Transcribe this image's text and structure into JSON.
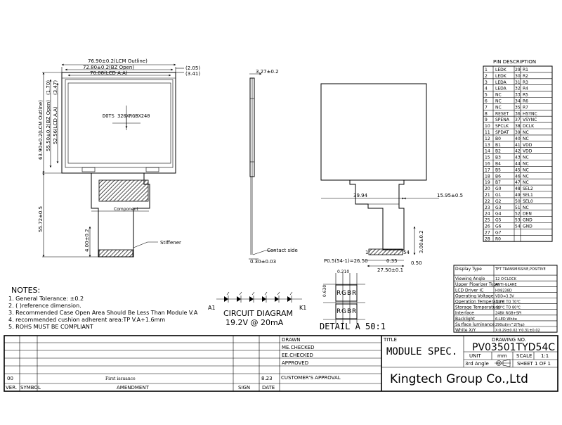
{
  "front_view": {
    "dim_lcm_outline_w": "76.90±0.2(LCM Outline)",
    "dim_bz_open_w": "72.80±0.2(BZ Open)",
    "dim_lcd_aa_w": "70.08(LCD A.A)",
    "dim_right_1": "(2.05)",
    "dim_right_2": "(3.41)",
    "dim_left_1": "(1.70)",
    "dim_left_2": "(3.47)",
    "dim_lcm_outline_h": "63.90±0.2(LCM Outline)",
    "dim_bz_open_h": "55.50±0.2(BZ Open)",
    "dim_lcd_aa_h": "52.56(LCD A.A)",
    "dots_label": "DOTS 320XRGBX240",
    "dim_total_h": "55.72±0.5",
    "dim_tail": "4.00±0.2",
    "component_label": "Component",
    "stiffener_label": "Stiffener"
  },
  "side_view": {
    "dim_thickness": "3.27±0.2",
    "contact_label": "Contact side",
    "dim_bottom": "0.30±0.03"
  },
  "back_view": {
    "dim_a": "39.94",
    "dim_b": "15.95±0.5",
    "dim_c": "3.00±0.2",
    "pitch_label": "P0.5(54-1)=26.50",
    "dim_d": "0.35",
    "dim_e": "0.50",
    "dim_f": "27.50±0.1",
    "pin_1": "1",
    "pin_54": "54"
  },
  "notes": {
    "title": "NOTES:",
    "lines": [
      "1. General Tolerance: ±0.2",
      "2. (    )reference dimension.",
      "3. Recommended Case Open Area Should Be Less Than Module V.A",
      "4. recommended cushion adherent area:TP V.A+1.6mm",
      "5. ROHS   MUST BE COMPLIANT"
    ]
  },
  "circuit": {
    "a1": "A1",
    "k1": "K1",
    "title": "CIRCUIT DIAGRAM",
    "subtitle": "19.2V @ 20mA"
  },
  "detail": {
    "title": "DETAIL A   50:1",
    "dim_w": "0.210",
    "dim_h": "0.630",
    "cells": [
      "R",
      "G",
      "B",
      "R"
    ]
  },
  "pin_description": {
    "title": "PIN DESCRIPTION",
    "left": [
      [
        "1",
        "LEDK"
      ],
      [
        "2",
        "LEDK"
      ],
      [
        "3",
        "LEDA"
      ],
      [
        "4",
        "LEDA"
      ],
      [
        "5",
        "NC"
      ],
      [
        "6",
        "NC"
      ],
      [
        "7",
        "NC"
      ],
      [
        "8",
        "RESET"
      ],
      [
        "9",
        "SPENA"
      ],
      [
        "10",
        "SPCLK"
      ],
      [
        "11",
        "SPDAT"
      ],
      [
        "12",
        "B0"
      ],
      [
        "13",
        "B1"
      ],
      [
        "14",
        "B2"
      ],
      [
        "15",
        "B3"
      ],
      [
        "16",
        "B4"
      ],
      [
        "17",
        "B5"
      ],
      [
        "18",
        "B6"
      ],
      [
        "19",
        "B7"
      ],
      [
        "20",
        "G0"
      ],
      [
        "21",
        "G1"
      ],
      [
        "22",
        "G2"
      ],
      [
        "23",
        "G3"
      ],
      [
        "24",
        "G4"
      ],
      [
        "25",
        "G5"
      ],
      [
        "26",
        "G6"
      ],
      [
        "27",
        "G7"
      ],
      [
        "28",
        "R0"
      ]
    ],
    "right": [
      [
        "29",
        "R1"
      ],
      [
        "30",
        "R2"
      ],
      [
        "31",
        "R3"
      ],
      [
        "32",
        "R4"
      ],
      [
        "33",
        "R5"
      ],
      [
        "34",
        "R6"
      ],
      [
        "35",
        "R7"
      ],
      [
        "36",
        "HSYNC"
      ],
      [
        "37",
        "VSYNC"
      ],
      [
        "38",
        "DCLK"
      ],
      [
        "39",
        "NC"
      ],
      [
        "40",
        "NC"
      ],
      [
        "41",
        "VDD"
      ],
      [
        "42",
        "VDD"
      ],
      [
        "43",
        "NC"
      ],
      [
        "44",
        "NC"
      ],
      [
        "45",
        "NC"
      ],
      [
        "46",
        "NC"
      ],
      [
        "47",
        "NC"
      ],
      [
        "48",
        "SEL2"
      ],
      [
        "49",
        "SEL1"
      ],
      [
        "50",
        "SEL0"
      ],
      [
        "51",
        "NC"
      ],
      [
        "52",
        "DEN"
      ],
      [
        "53",
        "GND"
      ],
      [
        "54",
        "GND"
      ]
    ]
  },
  "specs": [
    [
      "Display Type",
      "TFT TRANSMISSIVE,POSITIVE"
    ],
    [
      "Viewing Angle",
      "12 O'CLOCK"
    ],
    [
      "Upper Pioarizer Type",
      "ANTI-GLARE"
    ],
    [
      "LCD Driver IC",
      "HX8238D"
    ],
    [
      "Operating Voltage",
      "VDD=3.3V"
    ],
    [
      "Operation Temperature",
      "-20℃ TO 70℃"
    ],
    [
      "Storage Temperature",
      "-30℃ TO 80℃"
    ],
    [
      "Interface",
      "24Bit RGB+SPI"
    ],
    [
      "Backlight",
      "6-LED White"
    ],
    [
      "Surface luminance",
      "290cd/m^2(Typ)"
    ],
    [
      "White X/Y",
      "X:0.29±0.02 Y:0.31±0.02"
    ]
  ],
  "title_block": {
    "drawn": "DRAWN",
    "me_checked": "ME.CHECKED",
    "ee_checked": "EE.CHECKED",
    "approved": "APPROVED",
    "title_label": "TITLE",
    "module_spec": "MODULE SPEC.",
    "drawing_no_label": "DRAWING NO.",
    "drawing_no": "PV03501TYD54C",
    "unit_label": "UNIT",
    "unit_value": "mm",
    "scale_label": "SCALE",
    "scale_value": "1:1",
    "angle_label": "3rd Angle",
    "sheet": "SHEET 1 OF 1",
    "rev_ver": "00",
    "rev_amendment": "First issuance",
    "rev_date": "8.23",
    "customer_approval": "CUSTOMER'S APPROVAL",
    "col_ver": "VER.",
    "col_symbol": "SYMBOL",
    "col_amendment": "AMENDMENT",
    "col_sign": "SIGN",
    "col_date": "DATE",
    "company": "Kingtech Group Co.,Ltd"
  }
}
